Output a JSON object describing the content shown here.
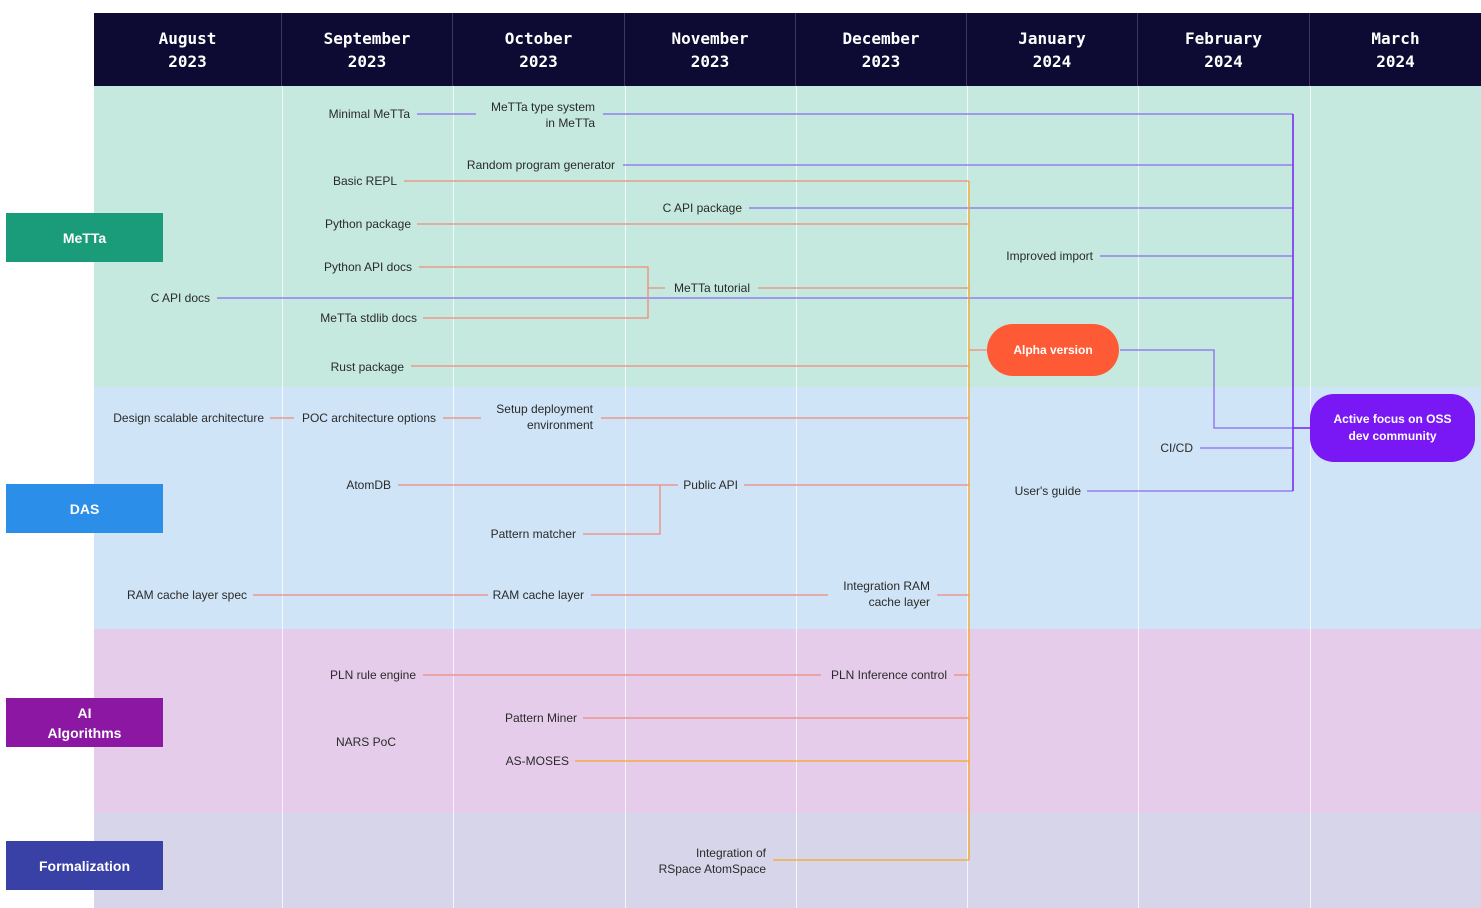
{
  "months": [
    {
      "month": "August",
      "year": "2023"
    },
    {
      "month": "September",
      "year": "2023"
    },
    {
      "month": "October",
      "year": "2023"
    },
    {
      "month": "November",
      "year": "2023"
    },
    {
      "month": "December",
      "year": "2023"
    },
    {
      "month": "January",
      "year": "2024"
    },
    {
      "month": "February",
      "year": "2024"
    },
    {
      "month": "March",
      "year": "2024"
    }
  ],
  "categories": [
    {
      "label": "MeTTa",
      "color": "#1a9c7a",
      "band_color": "#c6e9df"
    },
    {
      "label": "DAS",
      "color": "#2b8ee8",
      "band_color": "#cfe4f6"
    },
    {
      "label": "AI\nAlgorithms",
      "color": "#8b17a3",
      "band_color": "#e6cceb"
    },
    {
      "label": "Formalization",
      "color": "#3a41a6",
      "band_color": "#d6d5ea"
    }
  ],
  "nodes": {
    "minimal_metta": "Minimal MeTTa",
    "metta_type_system_1": "MeTTa type system",
    "metta_type_system_2": "in MeTTa",
    "random_program_generator": "Random program generator",
    "basic_repl": "Basic REPL",
    "c_api_package": "C API package",
    "python_package": "Python package",
    "improved_import": "Improved import",
    "python_api_docs": "Python API docs",
    "metta_tutorial": "MeTTa tutorial",
    "c_api_docs": "C API docs",
    "metta_stdlib_docs": "MeTTa stdlib docs",
    "rust_package": "Rust package",
    "design_scalable_architecture": "Design scalable architecture",
    "poc_architecture_options": "POC architecture options",
    "setup_deployment_1": "Setup deployment",
    "setup_deployment_2": "environment",
    "ci_cd": "CI/CD",
    "atomdb": "AtomDB",
    "public_api": "Public API",
    "users_guide": "User's guide",
    "pattern_matcher": "Pattern matcher",
    "ram_cache_layer_spec": "RAM cache layer spec",
    "ram_cache_layer": "RAM cache layer",
    "integration_ram_1": "Integration RAM",
    "integration_ram_2": "cache layer",
    "pln_rule_engine": "PLN rule engine",
    "pln_inference_control": "PLN Inference control",
    "pattern_miner": "Pattern Miner",
    "nars_poc": "NARS PoC",
    "as_moses": "AS-MOSES",
    "integration_rspace_1": "Integration of",
    "integration_rspace_2": "RSpace AtomSpace"
  },
  "milestones": {
    "alpha_version": {
      "label": "Alpha version",
      "color": "#ff5a36"
    },
    "active_focus": {
      "label": "Active focus on OSS\ndev community",
      "color": "#7a17f5"
    }
  },
  "colors": {
    "header": "#0d0b33",
    "connector_purple": "#8a6cf0",
    "connector_red": "#ef8a7c",
    "connector_orange": "#f5a623",
    "trunk_purple": "#7a2cf5"
  }
}
